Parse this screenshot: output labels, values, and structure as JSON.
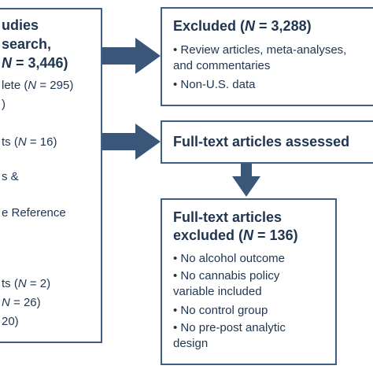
{
  "left_box": {
    "heading_lines": [
      {
        "pre": "udies",
        "italic": "",
        "post": ""
      },
      {
        "pre": "search,",
        "italic": "",
        "post": ""
      },
      {
        "pre": "",
        "italic": "N",
        "post": " = 3,446)"
      }
    ],
    "lines": [
      {
        "pre": "lete (",
        "italic": "N",
        "post": " = 295)"
      },
      {
        "pre": ")",
        "italic": "",
        "post": ""
      },
      {
        "pre": "ts (",
        "italic": "N",
        "post": " = 16)"
      },
      {
        "pre": "s &",
        "italic": "",
        "post": ""
      },
      {
        "pre": "e Reference",
        "italic": "",
        "post": ""
      },
      {
        "pre": "ts (",
        "italic": "N",
        "post": " = 2)"
      },
      {
        "pre": "",
        "italic": "N",
        "post": " = 26)"
      },
      {
        "pre": "20)",
        "italic": "",
        "post": ""
      }
    ]
  },
  "excluded_box": {
    "title": {
      "pre": "Excluded (",
      "italic": "N",
      "post": " = 3,288)"
    },
    "bullet_lines": [
      "• Review articles, meta-analyses,",
      "   and commentaries",
      "• Non-U.S. data"
    ]
  },
  "fulltext_assessed_box": {
    "title": "Full-text articles assessed"
  },
  "fulltext_excluded_box": {
    "title_line1": "Full-text articles",
    "title_line2": {
      "pre": "excluded (",
      "italic": "N",
      "post": " = 136)"
    },
    "bullet_lines": [
      "• No alcohol outcome",
      "• No cannabis policy",
      "   variable included",
      "• No control group",
      "• No pre-post analytic",
      "   design"
    ]
  },
  "colors": {
    "border": "#3f5f82",
    "arrow": "#3a5678",
    "text": "#1f3550"
  }
}
